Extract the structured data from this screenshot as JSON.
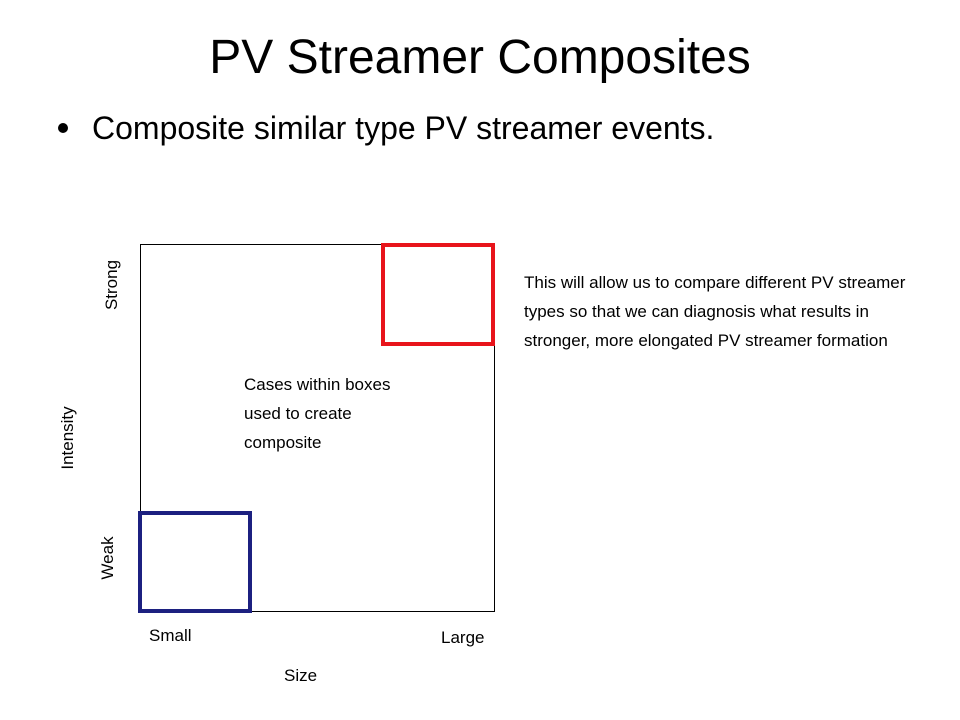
{
  "title": "PV Streamer Composites",
  "bullets": [
    "Composite similar type PV streamer events."
  ],
  "diagram": {
    "y_axis_label": "Intensity",
    "y_high_label": "Strong",
    "y_low_label": "Weak",
    "x_axis_label": "Size",
    "x_low_label": "Small",
    "x_high_label": "Large",
    "center_note": "Cases within boxes used to create composite",
    "side_note": "This will allow us to compare different PV streamer types so that we can diagnosis what results in stronger, more elongated PV streamer formation",
    "colors": {
      "strong_large_box": "#e8141b",
      "weak_small_box": "#1c2080"
    }
  }
}
